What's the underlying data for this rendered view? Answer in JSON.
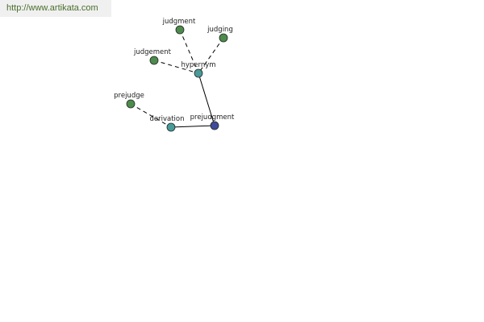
{
  "site_url": "http://www.artikata.com",
  "colors": {
    "leaf_node": "#4e8a4e",
    "relation_node": "#4a9a9a",
    "center_node": "#404a9a"
  },
  "graph": {
    "nodes": [
      {
        "id": "judgment",
        "label": "judgment",
        "kind": "leaf"
      },
      {
        "id": "judging",
        "label": "judging",
        "kind": "leaf"
      },
      {
        "id": "judgement",
        "label": "judgement",
        "kind": "leaf"
      },
      {
        "id": "hypernym",
        "label": "hypernym",
        "kind": "relation"
      },
      {
        "id": "prejudge",
        "label": "prejudge",
        "kind": "leaf"
      },
      {
        "id": "derivation",
        "label": "derivation",
        "kind": "relation"
      },
      {
        "id": "prejudgment",
        "label": "prejudgment",
        "kind": "center"
      }
    ],
    "edges": [
      {
        "from": "judgment",
        "to": "hypernym",
        "style": "dashed"
      },
      {
        "from": "judging",
        "to": "hypernym",
        "style": "dashed"
      },
      {
        "from": "judgement",
        "to": "hypernym",
        "style": "dashed"
      },
      {
        "from": "hypernym",
        "to": "prejudgment",
        "style": "solid"
      },
      {
        "from": "prejudge",
        "to": "derivation",
        "style": "dashed"
      },
      {
        "from": "derivation",
        "to": "prejudgment",
        "style": "solid"
      }
    ]
  }
}
